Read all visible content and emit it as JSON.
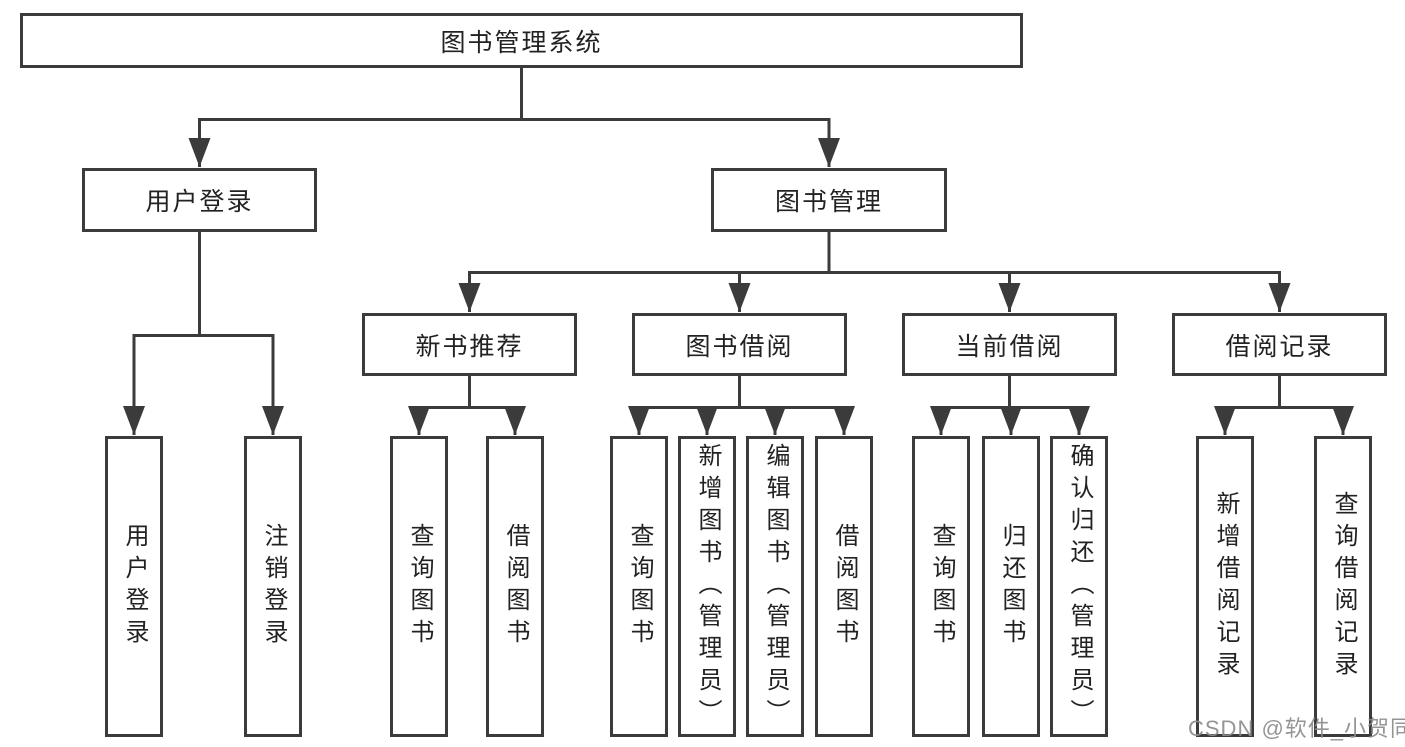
{
  "tree": {
    "label": "图书管理系统",
    "children": [
      {
        "label": "用户登录",
        "children": [
          {
            "label": "用户登录"
          },
          {
            "label": "注销登录"
          }
        ]
      },
      {
        "label": "图书管理",
        "children": [
          {
            "label": "新书推荐",
            "children": [
              {
                "label": "查询图书"
              },
              {
                "label": "借阅图书"
              }
            ]
          },
          {
            "label": "图书借阅",
            "children": [
              {
                "label": "查询图书"
              },
              {
                "label": "新增图书（管理员）"
              },
              {
                "label": "编辑图书（管理员）"
              },
              {
                "label": "借阅图书"
              }
            ]
          },
          {
            "label": "当前借阅",
            "children": [
              {
                "label": "查询图书"
              },
              {
                "label": "归还图书"
              },
              {
                "label": "确认归还（管理员）"
              }
            ]
          },
          {
            "label": "借阅记录",
            "children": [
              {
                "label": "新增借阅记录"
              },
              {
                "label": "查询借阅记录"
              }
            ]
          }
        ]
      }
    ]
  },
  "watermark": {
    "text": "CSDN @软件_小贺同学"
  },
  "colors": {
    "line": "#3b3b3b",
    "text": "#222222",
    "watermark": "#8c8c8c"
  }
}
